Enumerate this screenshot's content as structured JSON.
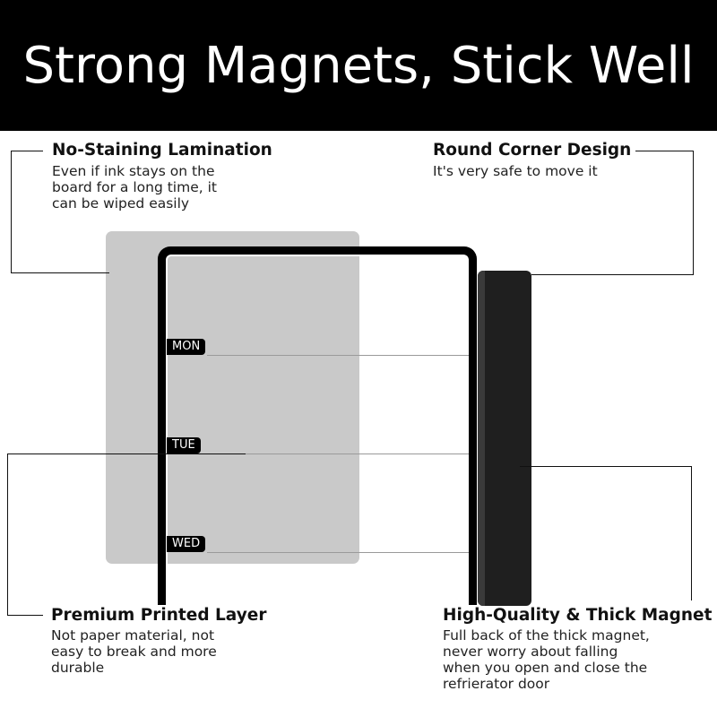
{
  "banner": {
    "title": "Strong Magnets, Stick Well"
  },
  "callouts": {
    "lamination": {
      "title": "No-Staining Lamination",
      "lines": [
        "Even if ink stays on the",
        "board for a long time, it",
        "can be wiped easily"
      ]
    },
    "corner": {
      "title": "Round Corner Design",
      "lines": [
        "It's very safe to move it"
      ]
    },
    "printed": {
      "title": "Premium Printed Layer",
      "lines": [
        "Not paper material, not",
        "easy to break and more",
        "durable"
      ]
    },
    "magnet": {
      "title": "High-Quality & Thick Magnet",
      "lines": [
        "Full back of the thick magnet,",
        "never worry about falling",
        "when you open and close the",
        "refrierator door"
      ]
    }
  },
  "board": {
    "days": [
      "MON",
      "TUE",
      "WED"
    ]
  },
  "colors": {
    "banner": "#000000",
    "panel": "#c9c9c9",
    "frame": "#000000",
    "magnet": "#1f1f1f"
  }
}
